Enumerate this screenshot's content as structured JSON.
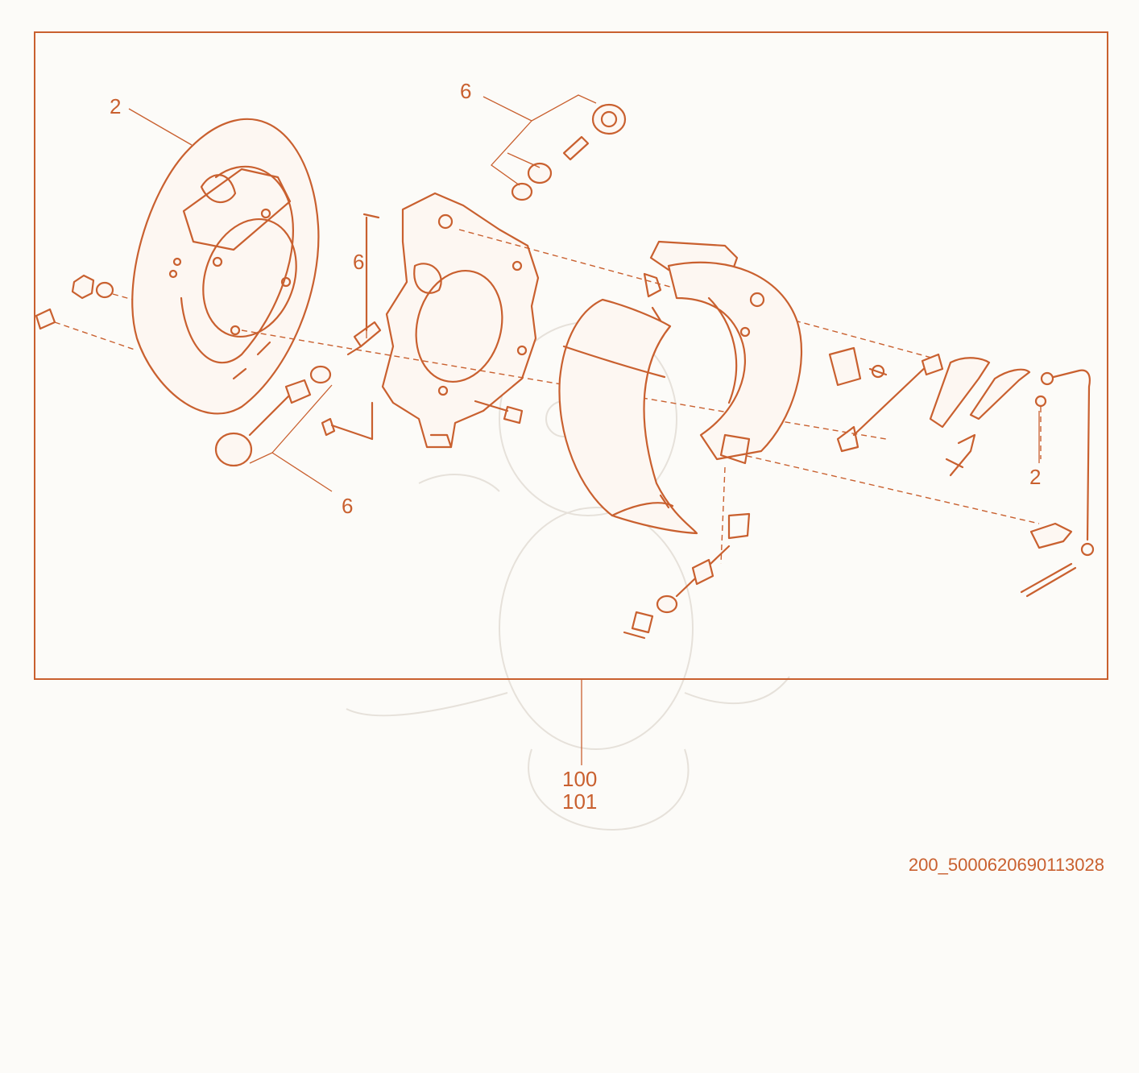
{
  "colors": {
    "accent": "#c9602f",
    "watermark": "#e6e1da",
    "background": "#fcfbf8"
  },
  "callouts": {
    "backing_plate": "2",
    "adjuster_top": "6",
    "bolts_left": "6",
    "adjuster_bottom": "6",
    "spring_right": "2",
    "assembly_a": "100",
    "assembly_b": "101"
  },
  "drawing_code": "200_5000620690113028"
}
